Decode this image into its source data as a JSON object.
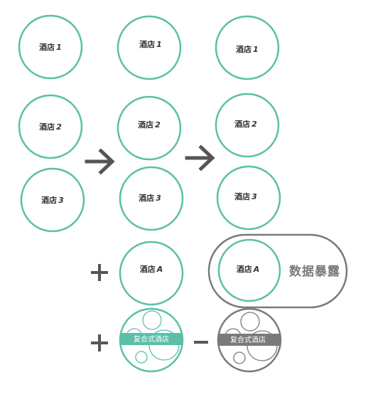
{
  "colors": {
    "teal": "#5bbfa8",
    "gray": "#7a7a7a",
    "dark_gray": "#555555",
    "text": "#333333",
    "background": "#ffffff"
  },
  "column1": {
    "hotel1": "酒店",
    "hotel1_num": "1",
    "hotel2": "酒店",
    "hotel2_num": "2",
    "hotel3": "酒店",
    "hotel3_num": "3"
  },
  "column2": {
    "hotel1": "酒店",
    "hotel1_num": "1",
    "hotel2": "酒店",
    "hotel2_num": "2",
    "hotel3": "酒店",
    "hotel3_num": "3",
    "hotelA": "酒店",
    "hotelA_num": "A",
    "composite_label": "复合式酒店"
  },
  "column3": {
    "hotel1": "酒店",
    "hotel1_num": "1",
    "hotel2": "酒店",
    "hotel2_num": "2",
    "hotel3": "酒店",
    "hotel3_num": "3",
    "hotelA": "酒店",
    "hotelA_num": "A",
    "composite_label": "复合式酒店",
    "exposure_label": "数据暴露"
  },
  "operators": {
    "arrow1": "arrow-right-icon",
    "arrow2": "arrow-right-icon",
    "plus1": "+",
    "plus2": "+",
    "minus": "−"
  }
}
